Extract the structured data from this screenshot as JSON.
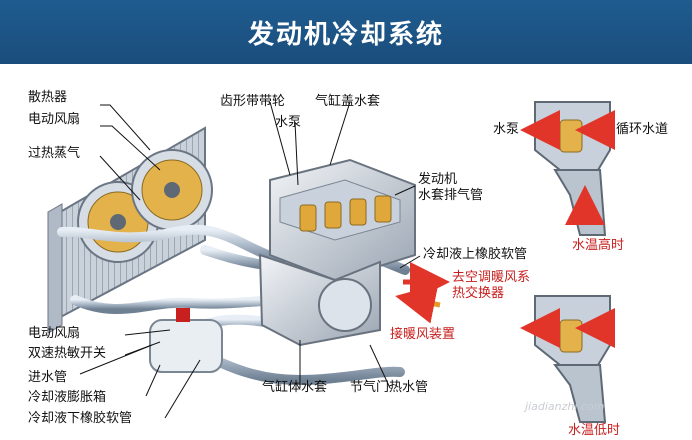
{
  "title": "发动机冷却系统",
  "labels_left": {
    "radiator": "散热器",
    "fan": "电动风扇",
    "steam": "过热蒸气",
    "fan2": "电动风扇",
    "switch": "双速热敏开关",
    "inlet": "进水管",
    "tank": "冷却液膨胀箱",
    "lower_hose": "冷却液下橡胶软管"
  },
  "labels_top": {
    "pulley": "齿形带带轮",
    "head_jacket": "气缸盖水套",
    "pump": "水泵"
  },
  "labels_right": {
    "outlet": "发动机\n水套排气管",
    "upper_hose": "冷却液上橡胶软管",
    "heater_hx": "去空调暖风系\n热交换器",
    "heater": "接暖风装置"
  },
  "labels_bottom": {
    "block_jacket": "气缸体水套",
    "throttle": "节气门热水管"
  },
  "thermostat": {
    "pump": "水泵",
    "circuit": "循环水道",
    "high": "水温高时",
    "low": "水温低时"
  },
  "watermark": "jiadianzhi.com"
}
